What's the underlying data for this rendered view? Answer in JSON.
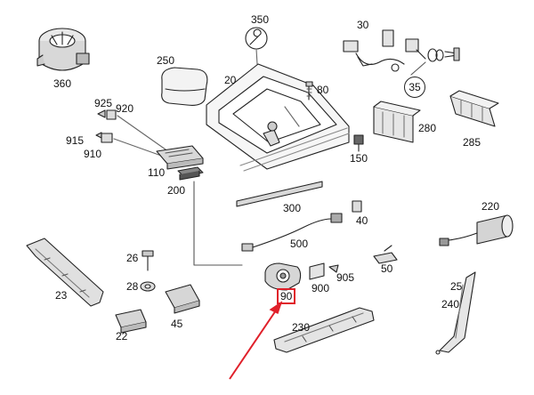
{
  "diagram": {
    "labels": {
      "p350": "350",
      "p30": "30",
      "p360": "360",
      "p250": "250",
      "p20": "20",
      "p80": "80",
      "p35": "35",
      "p925": "925",
      "p920": "920",
      "p915": "915",
      "p910": "910",
      "p110": "110",
      "p200": "200",
      "p280": "280",
      "p285": "285",
      "p150": "150",
      "p300": "300",
      "p40": "40",
      "p220": "220",
      "p500": "500",
      "p26": "26",
      "p28": "28",
      "p23": "23",
      "p45": "45",
      "p22": "22",
      "p905": "905",
      "p50": "50",
      "p900": "900",
      "p90": "90",
      "p25": "25",
      "p240": "240",
      "p230": "230"
    },
    "highlight_color": "#e0202a"
  }
}
